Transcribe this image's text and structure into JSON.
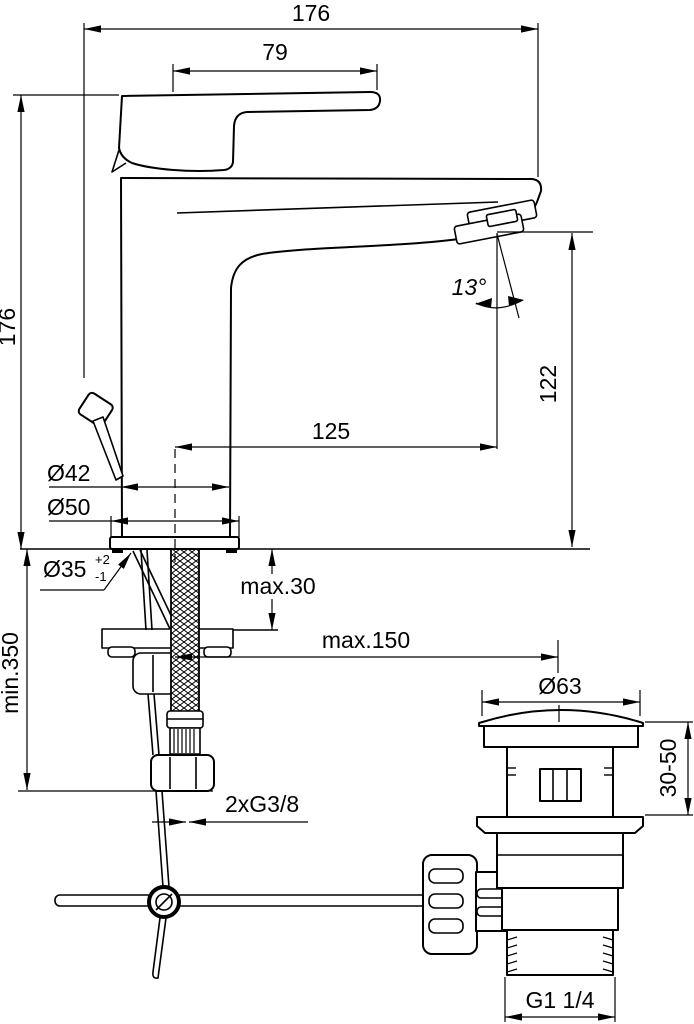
{
  "drawing": {
    "subject": "single-lever basin mixer with pop-up waste, dimensional drawing",
    "units": "mm",
    "line_color": "#000000",
    "background_color": "#ffffff",
    "dims": {
      "overall_width": "176",
      "handle_length": "79",
      "overall_height": "176",
      "spout_outlet_height": "122",
      "spout_reach": "125",
      "spout_angle": "13°",
      "body_diameter": "Ø42",
      "base_diameter": "Ø50",
      "mounting_hole_diameter": "Ø35",
      "mounting_hole_tol_plus": "+2",
      "mounting_hole_tol_minus": "-1",
      "deck_thickness_max": "max.30",
      "hose_length_min": "min.350",
      "waste_rod_reach_max": "max.150",
      "supply_connection": "2xG3/8",
      "waste_flange_diameter": "Ø63",
      "waste_adjust_range": "30-50",
      "waste_thread": "G1 1/4"
    }
  }
}
